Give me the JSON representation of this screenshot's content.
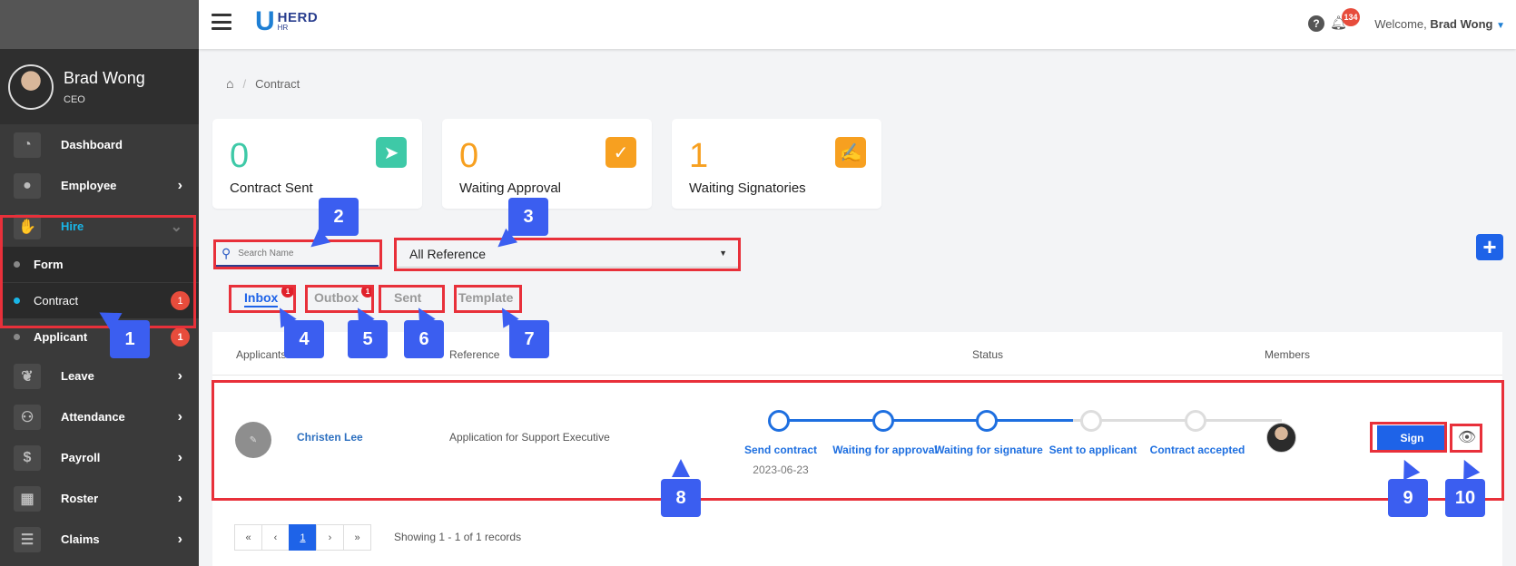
{
  "user": {
    "name": "Brad Wong",
    "role": "CEO"
  },
  "sidebar": {
    "items": [
      {
        "label": "Dashboard",
        "icon": "dashboard-icon"
      },
      {
        "label": "Employee",
        "icon": "user-icon"
      },
      {
        "label": "Hire",
        "icon": "handshake-icon"
      },
      {
        "label": "Leave",
        "icon": "leaf-icon"
      },
      {
        "label": "Attendance",
        "icon": "group-icon"
      },
      {
        "label": "Payroll",
        "icon": "money-icon"
      },
      {
        "label": "Roster",
        "icon": "calendar-icon"
      },
      {
        "label": "Claims",
        "icon": "list-icon"
      }
    ],
    "sub_items": [
      {
        "label": "Form"
      },
      {
        "label": "Contract",
        "badge": "1"
      },
      {
        "label": "Applicant",
        "badge": "1"
      }
    ]
  },
  "header": {
    "logo_mark": "U",
    "logo_title": "HERD",
    "logo_sub": "HR",
    "notification_count": "134",
    "welcome_prefix": "Welcome,",
    "welcome_name": "Brad Wong"
  },
  "breadcrumb": {
    "current": "Contract"
  },
  "cards": [
    {
      "value": "0",
      "label": "Contract Sent",
      "color": "#3ec9a7",
      "icon": "send-icon"
    },
    {
      "value": "0",
      "label": "Waiting Approval",
      "color": "#f7a020",
      "icon": "check-icon"
    },
    {
      "value": "1",
      "label": "Waiting Signatories",
      "color": "#f7a020",
      "icon": "signature-icon"
    }
  ],
  "search": {
    "placeholder": "Search Name"
  },
  "reference_select": {
    "value": "All Reference"
  },
  "tabs": [
    {
      "label": "Inbox",
      "badge": "1"
    },
    {
      "label": "Outbox",
      "badge": "1"
    },
    {
      "label": "Sent"
    },
    {
      "label": "Template"
    }
  ],
  "table": {
    "headers": {
      "applicants": "Applicants",
      "reference": "Reference",
      "status": "Status",
      "members": "Members"
    },
    "rows": [
      {
        "name": "Christen Lee",
        "reference": "Application for Support Executive",
        "steps": [
          {
            "label": "Send contract",
            "date": "2023-06-23",
            "done": true
          },
          {
            "label": "Waiting for approval",
            "done": true
          },
          {
            "label": "Waiting for signature",
            "done": true
          },
          {
            "label": "Sent to applicant",
            "done": false
          },
          {
            "label": "Contract accepted",
            "done": false
          }
        ],
        "action_label": "Sign"
      }
    ]
  },
  "pagination": {
    "first": "«",
    "prev": "‹",
    "current": "1",
    "next": "›",
    "last": "»",
    "info": "Showing 1 - 1 of 1 records"
  },
  "annotations": [
    "1",
    "2",
    "3",
    "4",
    "5",
    "6",
    "7",
    "8",
    "9",
    "10"
  ],
  "colors": {
    "accent": "#1e63e8",
    "highlight": "#e8303a",
    "callout": "#3b5ef0",
    "sidebar": "#3a3a3a"
  }
}
